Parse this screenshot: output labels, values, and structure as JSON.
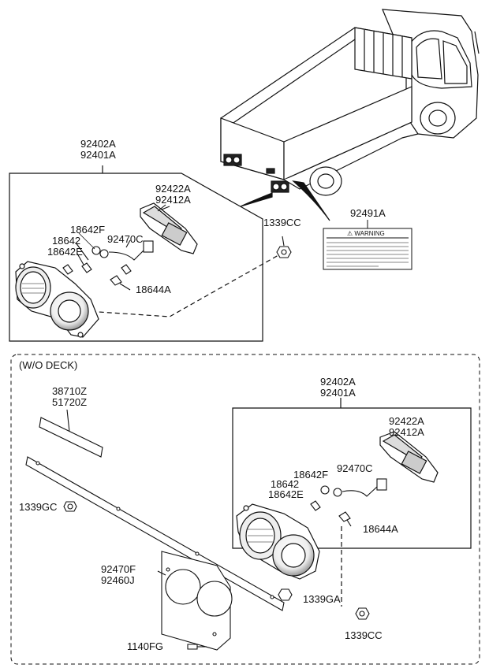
{
  "section_label": "(W/O DECK)",
  "warning_label": "⚠ WARNING",
  "top_assembly": {
    "lamp_numbers": [
      "92402A",
      "92401A"
    ],
    "rear_housing_numbers": [
      "92422A",
      "92412A"
    ],
    "bulb_numbers": [
      "18642F",
      "18642",
      "18642E"
    ],
    "wiring_number": "92470C",
    "small_bulb_number": "18644A",
    "nut_number": "1339CC",
    "warning_label_number": "92491A"
  },
  "bottom_assembly": {
    "lamp_numbers": [
      "92402A",
      "92401A"
    ],
    "rear_housing_numbers": [
      "92422A",
      "92412A"
    ],
    "bulb_numbers": [
      "18642F",
      "18642",
      "18642E"
    ],
    "wiring_number": "92470C",
    "small_bulb_number": "18644A",
    "bracket_numbers": [
      "38710Z",
      "51720Z"
    ],
    "bolt_number": "1339GC",
    "cover_numbers": [
      "92470F",
      "92460J"
    ],
    "nut_a_number": "1339GA",
    "nut_b_number": "1339CC",
    "screw_number": "1140FG"
  },
  "icons": [
    "truck-illustration",
    "lamp-housing-icon",
    "warning-label-icon"
  ]
}
